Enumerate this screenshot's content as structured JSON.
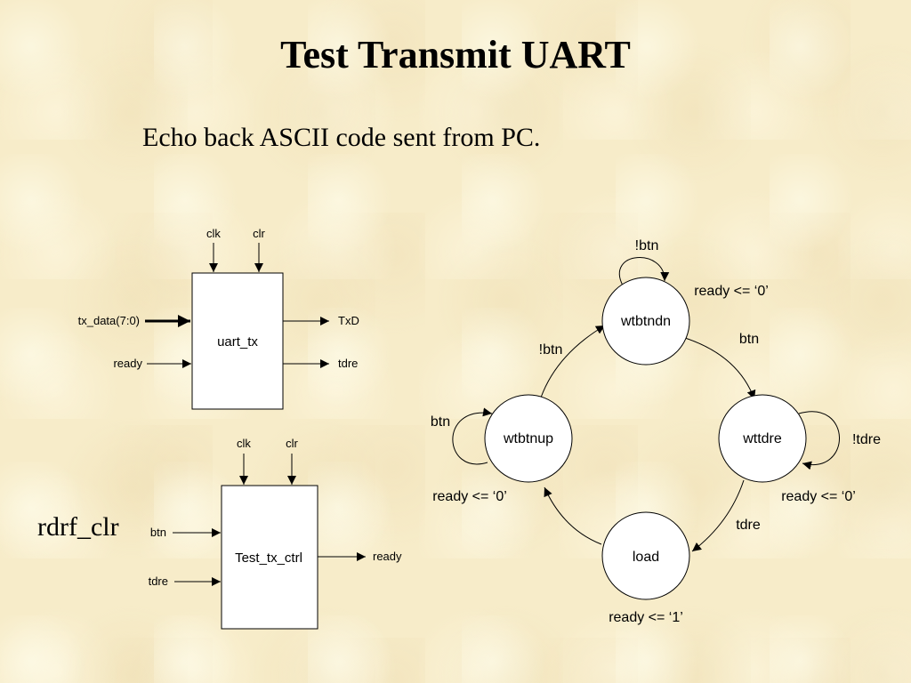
{
  "title": "Test Transmit UART",
  "subtitle": "Echo back ASCII code sent from PC.",
  "side_label": "rdrf_clr",
  "uart_tx": {
    "name": "uart_tx",
    "clk": "clk",
    "clr": "clr",
    "input_data": "tx_data(7:0)",
    "input_ready": "ready",
    "output_txd": "TxD",
    "output_tdre": "tdre"
  },
  "test_tx_ctrl": {
    "name": "Test_tx_ctrl",
    "clk": "clk",
    "clr": "clr",
    "input_btn": "btn",
    "input_tdre": "tdre",
    "output_ready": "ready"
  },
  "state_machine": {
    "states": {
      "wtbtndn": "wtbtndn",
      "wtbtnup": "wtbtnup",
      "wttdre": "wttdre",
      "load": "load"
    },
    "transitions": {
      "wtbtndn_self": "!btn",
      "wtbtndn_to_wttdre": "btn",
      "wttdre_self": "!tdre",
      "wttdre_to_load": "tdre",
      "wtbtnup_to_wtbtndn": "!btn",
      "wtbtnup_self": "btn"
    },
    "outputs": {
      "wtbtndn": "ready <= ‘0’",
      "wttdre": "ready <= ‘0’",
      "wtbtnup": "ready <= ‘0’",
      "load": "ready <= ‘1’"
    }
  }
}
